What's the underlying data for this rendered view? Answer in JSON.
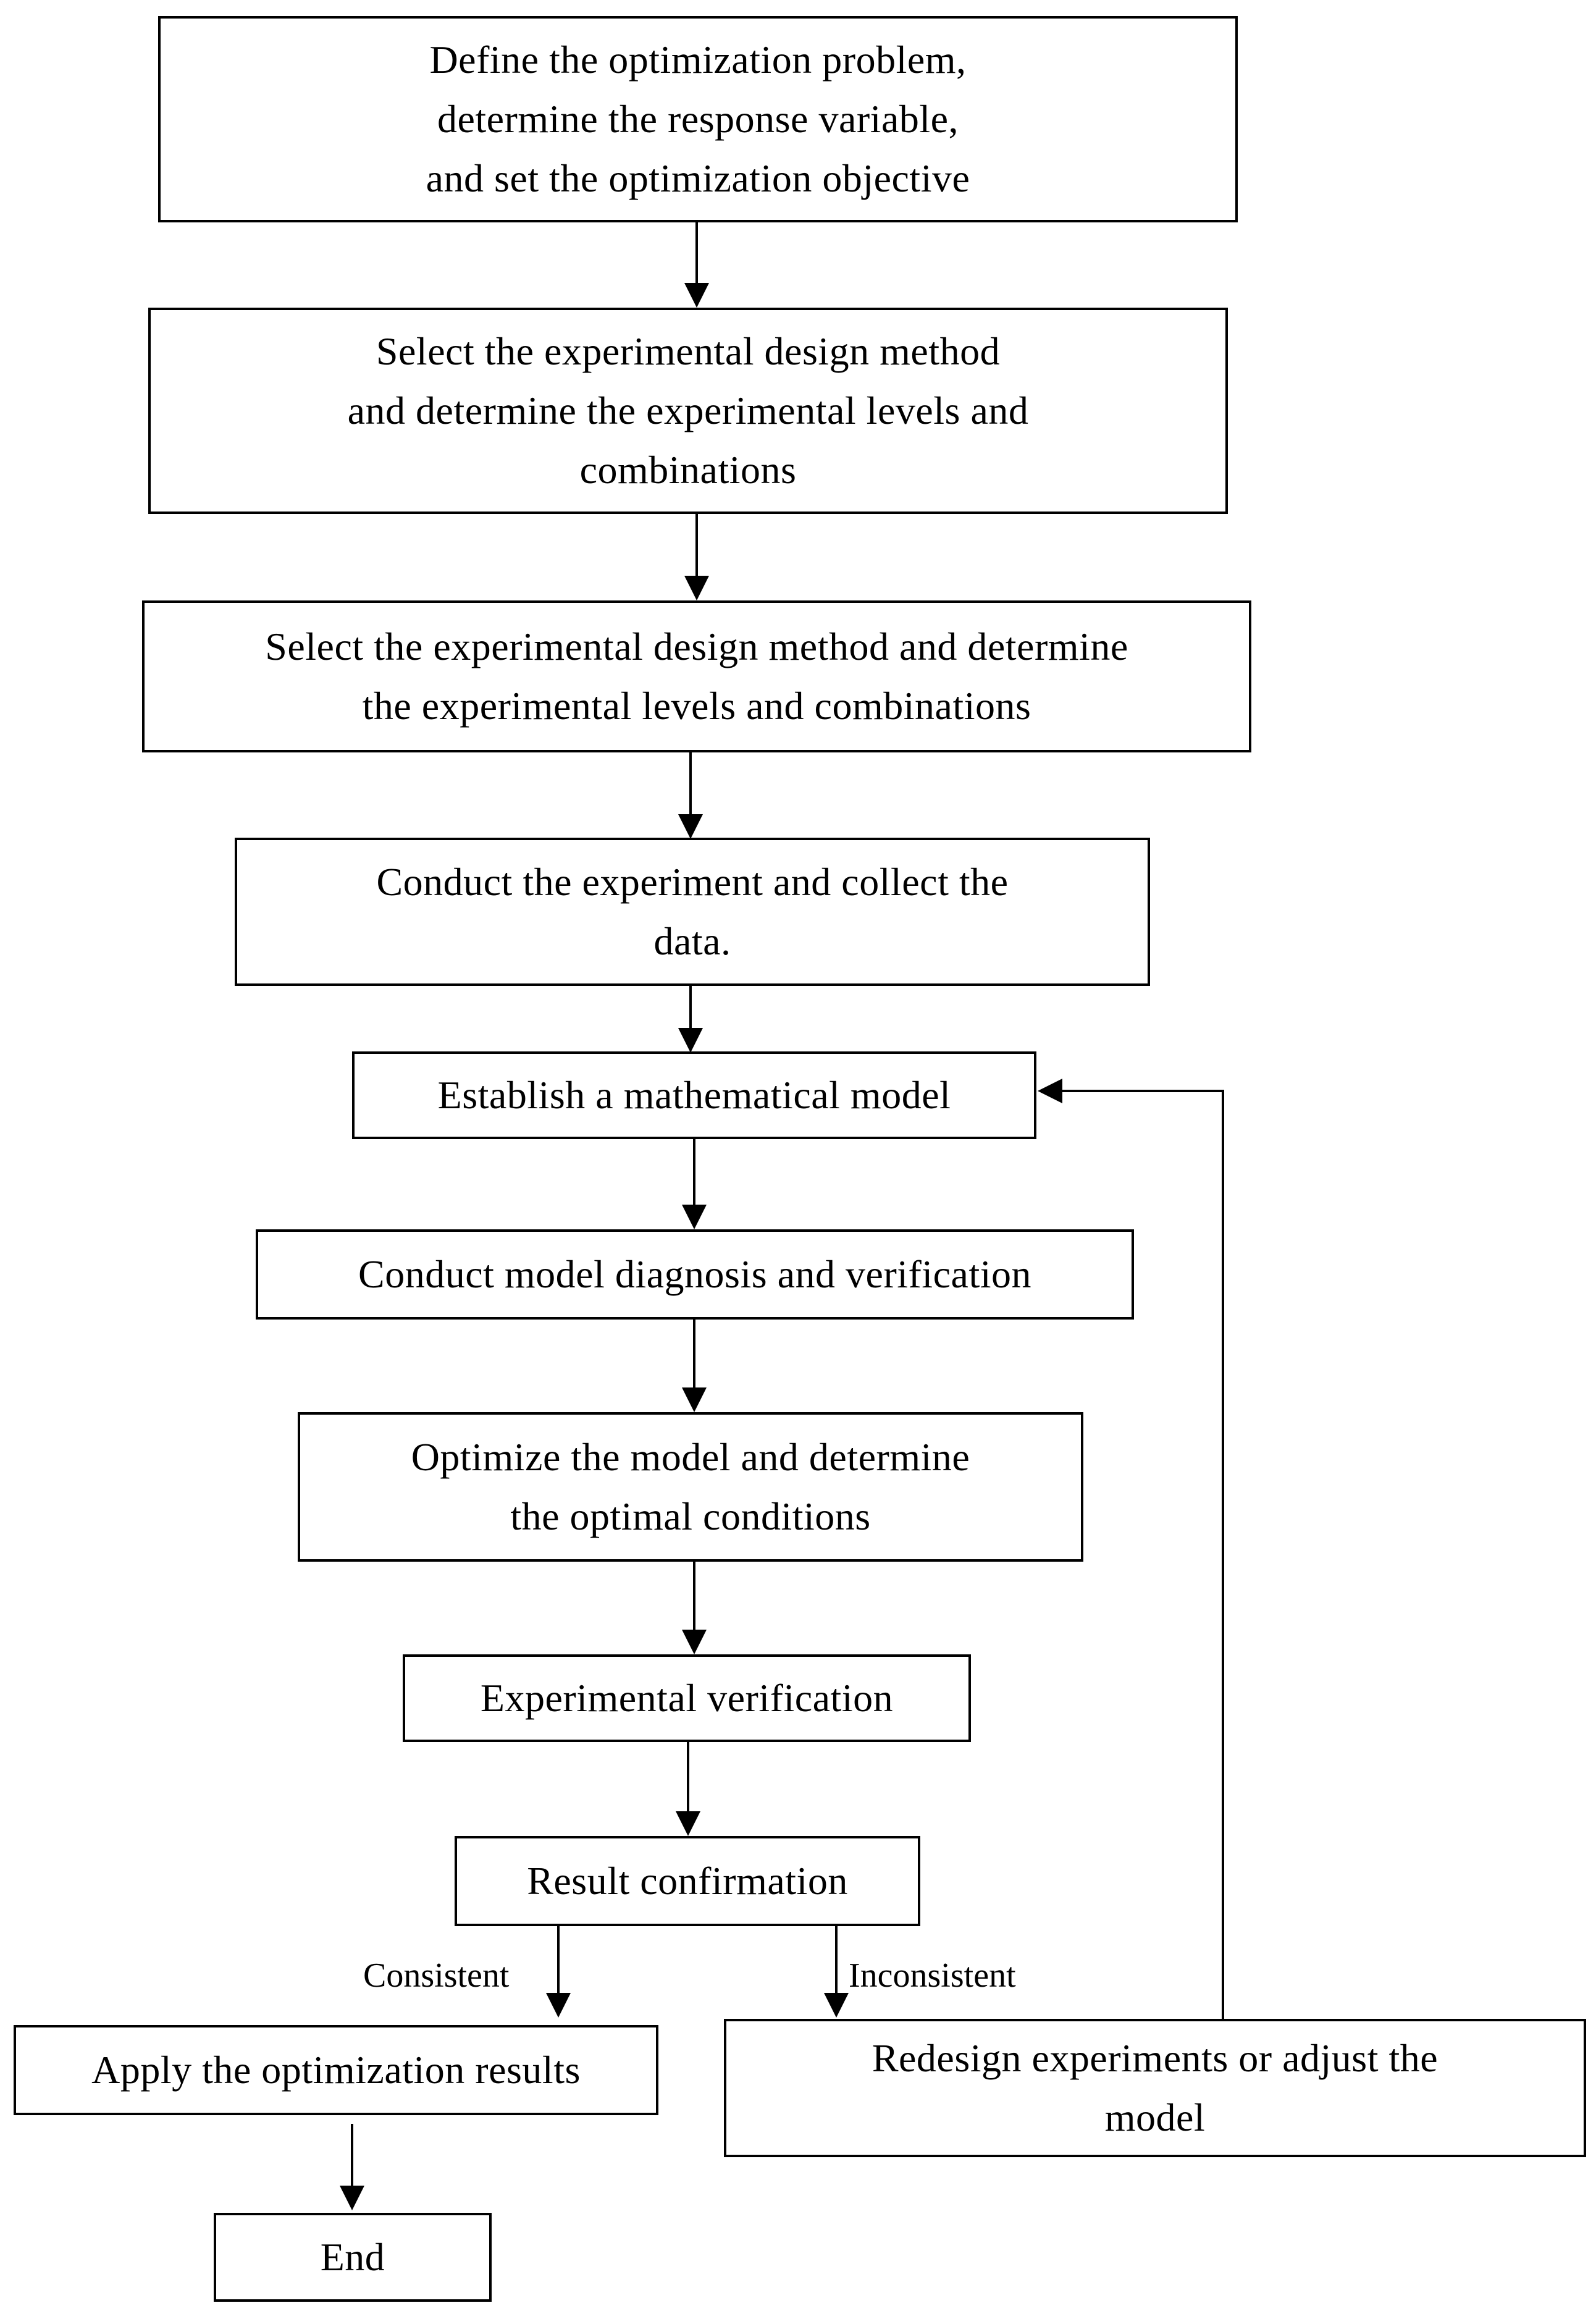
{
  "colors": {
    "stroke": "#000000",
    "fill": "#ffffff",
    "text": "#000000"
  },
  "flowchart": {
    "steps": [
      {
        "id": "define",
        "text": "Define the optimization problem,\ndetermine the response variable,\nand set the optimization objective"
      },
      {
        "id": "select1",
        "text": "Select the experimental design method\nand determine the experimental levels and\ncombinations"
      },
      {
        "id": "select2",
        "text": "Select the experimental design method and determine\nthe experimental levels and combinations"
      },
      {
        "id": "conduct",
        "text": "Conduct the experiment and collect the\ndata."
      },
      {
        "id": "establish",
        "text": "Establish a mathematical model"
      },
      {
        "id": "diagnose",
        "text": "Conduct model diagnosis and verification"
      },
      {
        "id": "optimize",
        "text": "Optimize the model and determine\nthe optimal conditions"
      },
      {
        "id": "verify",
        "text": "Experimental verification"
      },
      {
        "id": "confirm",
        "text": "Result confirmation"
      },
      {
        "id": "apply",
        "text": "Apply the optimization results"
      },
      {
        "id": "redesign",
        "text": "Redesign experiments or adjust the\nmodel"
      },
      {
        "id": "end",
        "text": "End"
      }
    ],
    "edge_labels": {
      "consistent": "Consistent",
      "inconsistent": "Inconsistent"
    },
    "edges": [
      {
        "from": "define",
        "to": "select1"
      },
      {
        "from": "select1",
        "to": "select2"
      },
      {
        "from": "select2",
        "to": "conduct"
      },
      {
        "from": "conduct",
        "to": "establish"
      },
      {
        "from": "establish",
        "to": "diagnose"
      },
      {
        "from": "diagnose",
        "to": "optimize"
      },
      {
        "from": "optimize",
        "to": "verify"
      },
      {
        "from": "verify",
        "to": "confirm"
      },
      {
        "from": "confirm",
        "to": "apply",
        "label": "Consistent"
      },
      {
        "from": "confirm",
        "to": "redesign",
        "label": "Inconsistent"
      },
      {
        "from": "apply",
        "to": "end"
      },
      {
        "from": "redesign",
        "to": "establish"
      }
    ]
  }
}
